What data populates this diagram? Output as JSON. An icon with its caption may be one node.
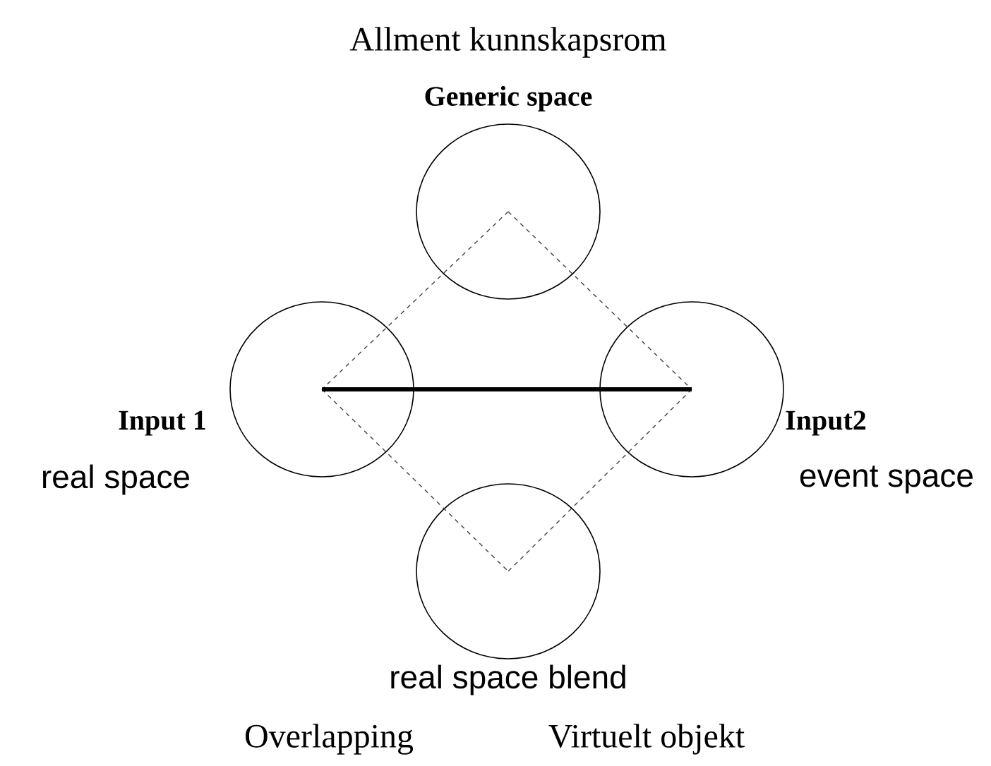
{
  "diagram": {
    "nodes": [
      {
        "text": [
          "Allment kunnskapsrom",
          "Generic space"
        ]
      },
      {
        "text": [
          "Input 1",
          "real space"
        ]
      },
      {
        "text": [
          "Input2",
          "event space"
        ]
      },
      {
        "text": [
          "real space blend"
        ]
      }
    ],
    "edges": [
      {
        "from": 0,
        "to": 1,
        "arrow": "none",
        "style": "dashed"
      },
      {
        "from": 0,
        "to": 2,
        "arrow": "none",
        "style": "dashed"
      },
      {
        "from": 1,
        "to": 3,
        "arrow": "none",
        "style": "dashed"
      },
      {
        "from": 2,
        "to": 3,
        "arrow": "none",
        "style": "dashed"
      },
      {
        "from": 1,
        "to": 2,
        "arrow": "none",
        "style": "thick"
      }
    ],
    "labels": [
      "Overlapping",
      "Virtuelt objekt"
    ]
  }
}
